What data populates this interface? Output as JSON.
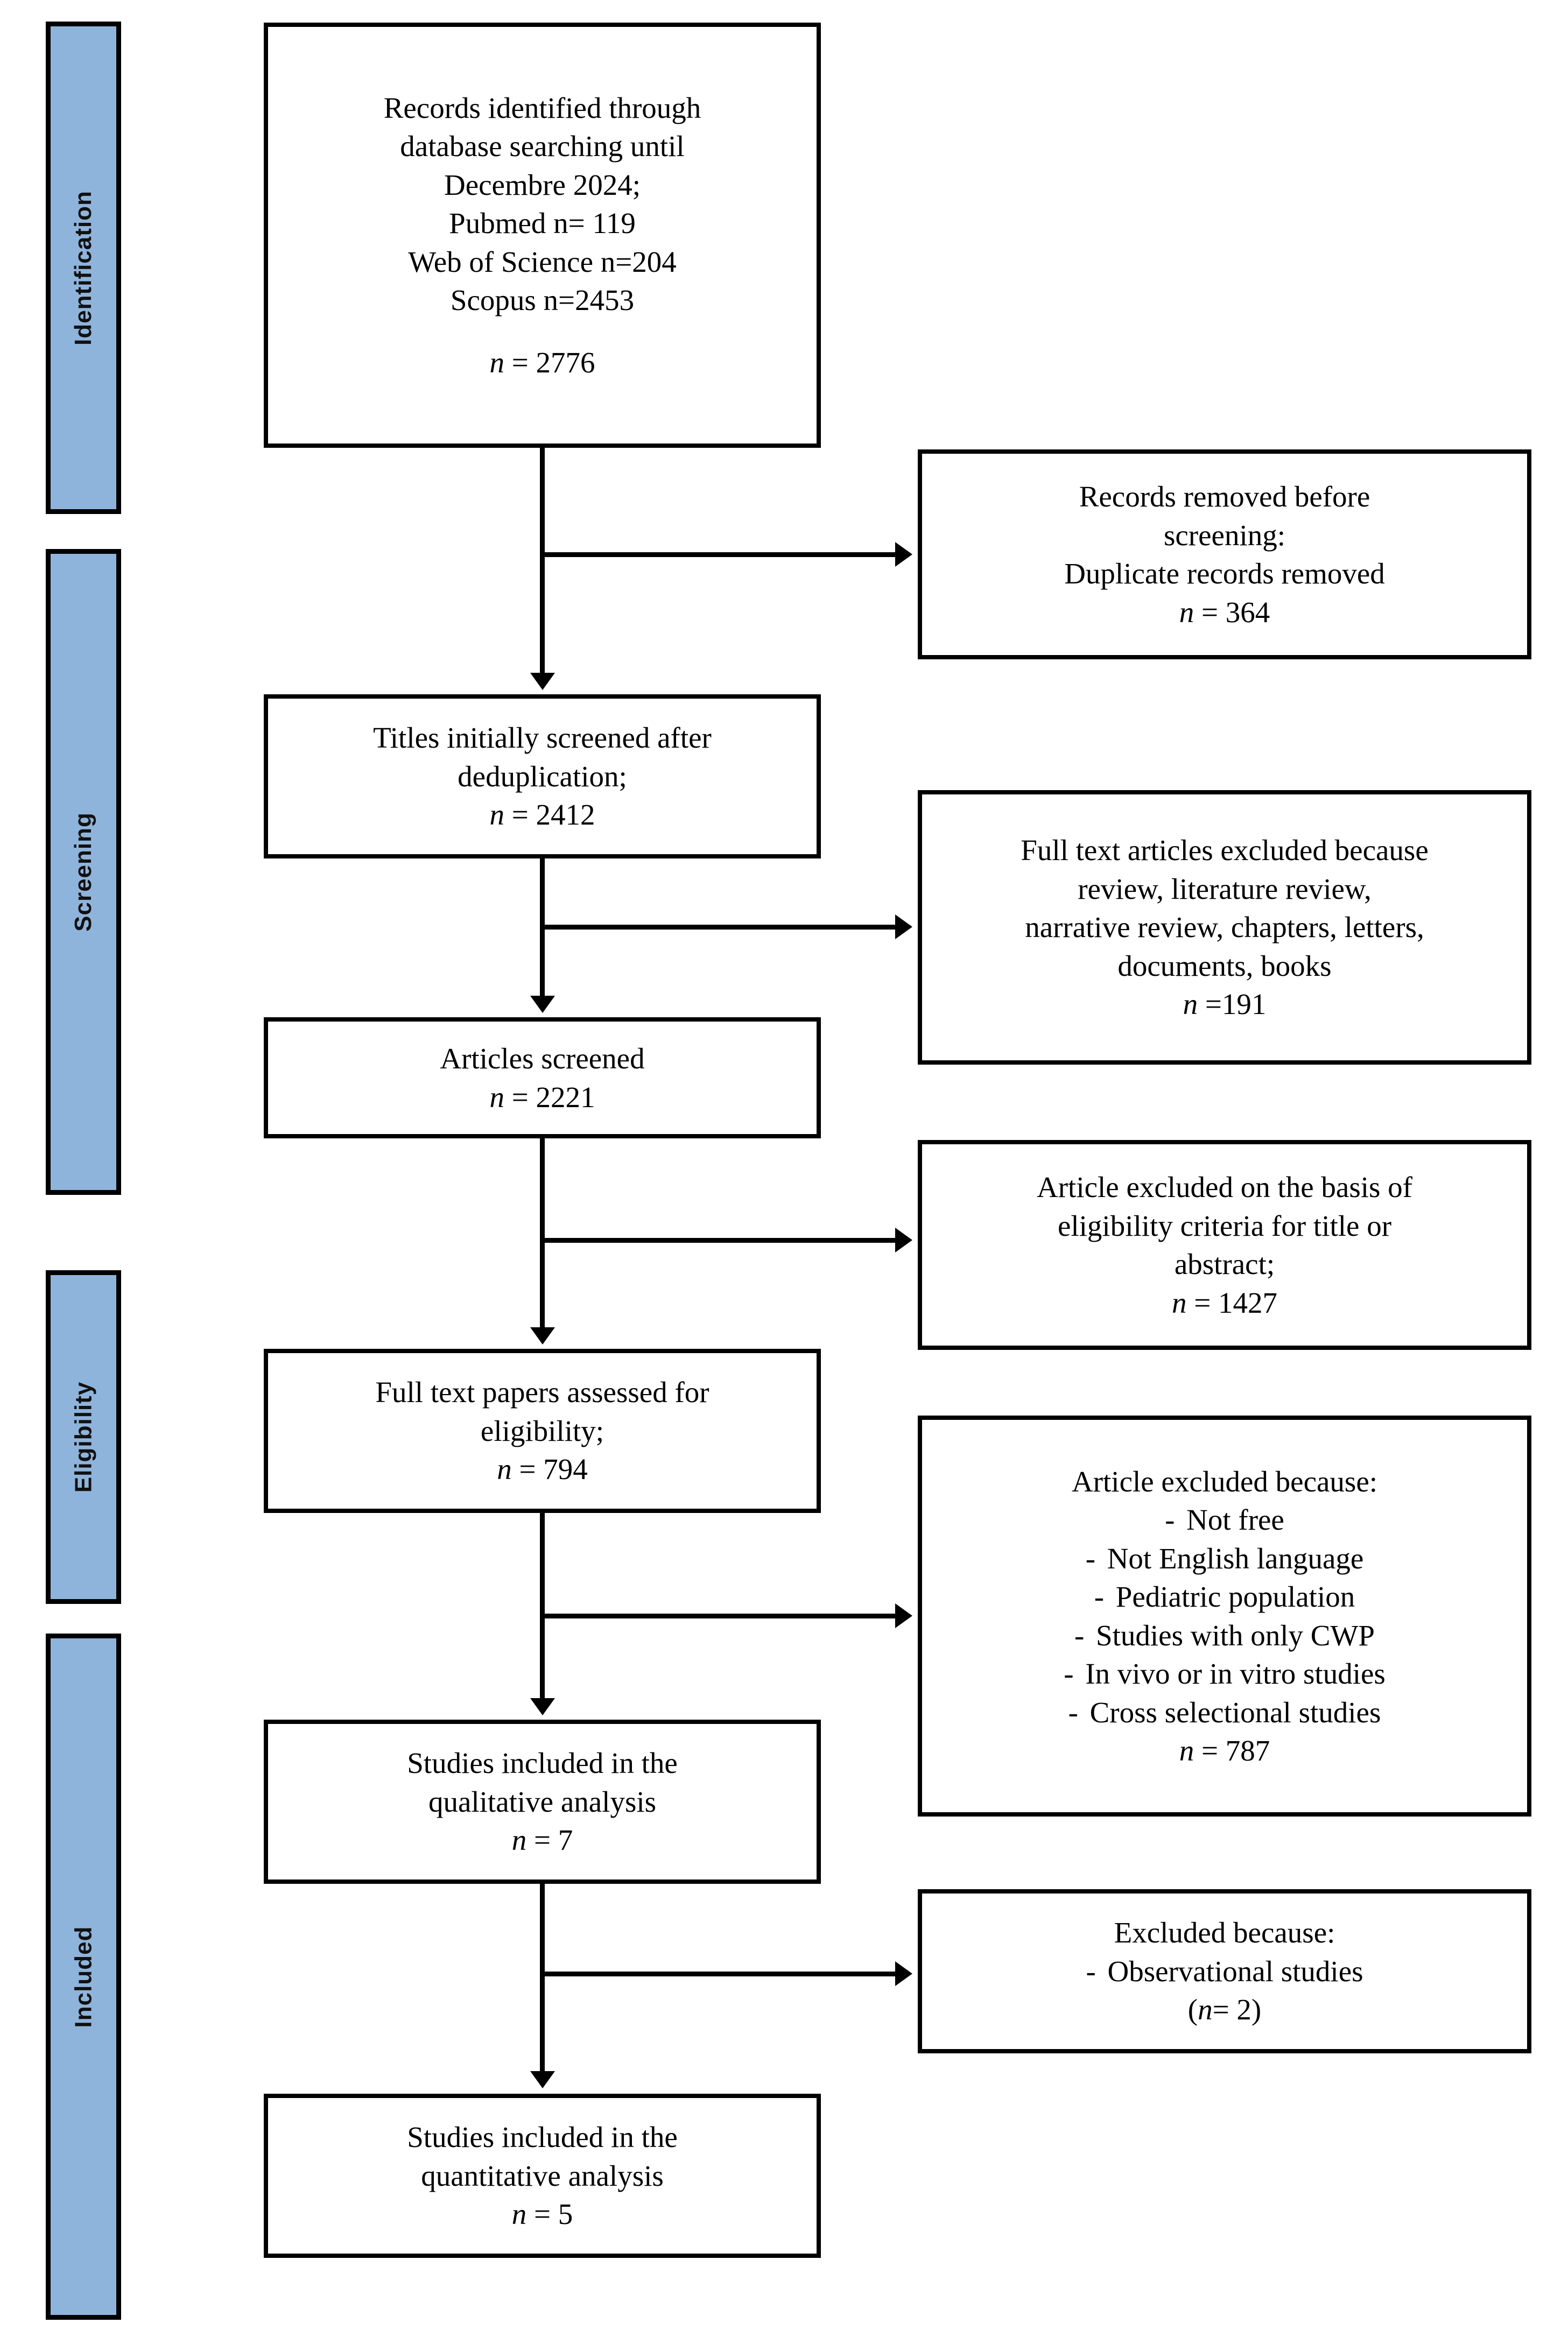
{
  "diagram": {
    "title": "PRISMA flow diagram",
    "accent_color": "#8FB4DC",
    "border_color": "#000000",
    "background_color": "#FFFFFF"
  },
  "stages": [
    {
      "id": "identification",
      "label": "Identification"
    },
    {
      "id": "screening",
      "label": "Screening"
    },
    {
      "id": "eligibility",
      "label": "Eligibility"
    },
    {
      "id": "included",
      "label": "Included"
    }
  ],
  "boxes": {
    "identified": {
      "lines": [
        "Records identified through",
        "database searching until",
        "Decembre 2024;",
        "Pubmed n= 119",
        "Web of Science n=204",
        "Scopus n=2453"
      ],
      "n_label": "n = 2776",
      "n_italic": "n",
      "n_value": "= 2776"
    },
    "duplicates_removed": {
      "lines": [
        "Records removed before",
        "screening:",
        "Duplicate records removed"
      ],
      "n_italic": "n",
      "n_value": "= 364"
    },
    "titles_screened": {
      "lines": [
        "Titles initially screened after",
        "deduplication;"
      ],
      "n_italic": "n",
      "n_value": "= 2412"
    },
    "fulltext_excluded_type": {
      "lines": [
        "Full text articles excluded because",
        "review, literature review,",
        "narrative review, chapters, letters,",
        "documents, books"
      ],
      "n_italic": "n",
      "n_value": "=191"
    },
    "articles_screened": {
      "lines": [
        "Articles screened"
      ],
      "n_italic": "n",
      "n_value": "= 2221"
    },
    "excluded_eligibility": {
      "lines": [
        "Article excluded on the basis of",
        "eligibility criteria for title or",
        "abstract;"
      ],
      "n_italic": "n",
      "n_value": "= 1427"
    },
    "fulltext_assessed": {
      "lines": [
        "Full text papers assessed for",
        "eligibility;"
      ],
      "n_italic": "n",
      "n_value": "= 794"
    },
    "article_excluded_reasons": {
      "heading": "Article excluded because:",
      "bullets": [
        "Not free",
        "Not English language",
        "Pediatric population",
        "Studies with only CWP",
        "In vivo or in vitro studies",
        "Cross selectional studies"
      ],
      "bullet_marker": "-",
      "n_italic": "n",
      "n_value": "= 787"
    },
    "qualitative": {
      "lines": [
        "Studies included in the",
        "qualitative analysis"
      ],
      "n_italic": "n",
      "n_value": "= 7"
    },
    "excluded_observational": {
      "heading": "Excluded because:",
      "bullets": [
        "Observational studies"
      ],
      "bullet_marker": "-",
      "n_prefix": "(",
      "n_italic": "n",
      "n_value": "= 2",
      "n_suffix": ")"
    },
    "quantitative": {
      "lines": [
        "Studies included in the",
        "quantitative analysis"
      ],
      "n_italic": "n",
      "n_value": "= 5"
    }
  }
}
